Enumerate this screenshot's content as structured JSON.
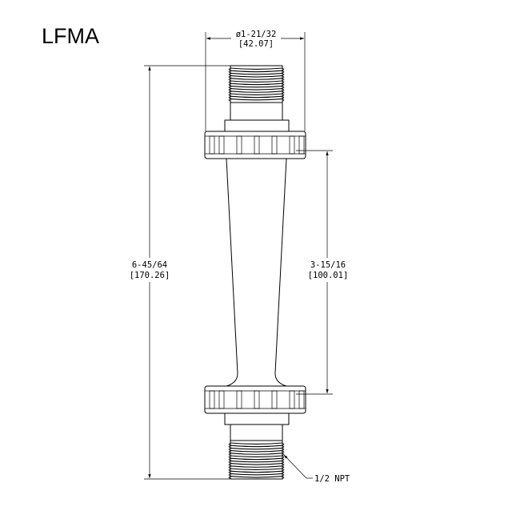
{
  "title": "LFMA",
  "dimensions": {
    "top_diameter": {
      "imperial": "ø1-21/32",
      "metric": "[42.07]"
    },
    "overall_length": {
      "imperial": "6-45/64",
      "metric": "[170.26]"
    },
    "scale_length": {
      "imperial": "3-15/16",
      "metric": "[100.01]"
    }
  },
  "callouts": {
    "thread": "1/2 NPT"
  }
}
